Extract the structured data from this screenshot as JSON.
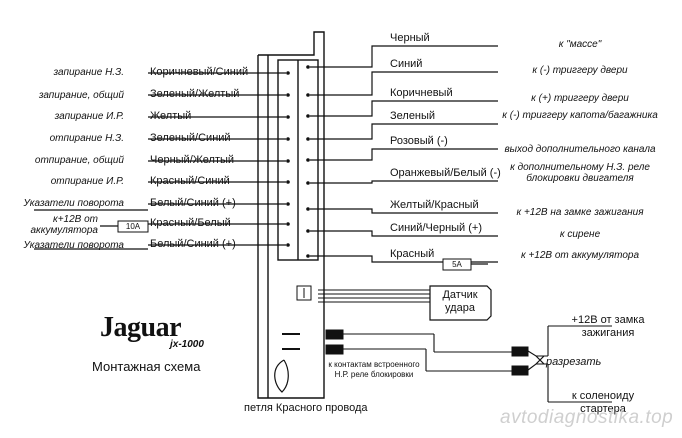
{
  "colors": {
    "ink": "#111111",
    "paper": "#ffffff",
    "watermark": "#cfcfcf"
  },
  "brand": {
    "logo": "Jaguar",
    "model": "jx-1000",
    "subtitle": "Монтажная схема"
  },
  "left_side": {
    "functions": [
      "запирание Н.З.",
      "запирание, общий",
      "запирание И.Р.",
      "отпирание Н.З.",
      "отпирание, общий",
      "отпирание И.Р.",
      "Указатели поворота",
      "к+12В от аккумулятора",
      "Указатели поворота"
    ],
    "wires": [
      "Коричневый/Синий",
      "Зеленый/Желтый",
      "Желтый",
      "Зеленый/Синий",
      "Черный/Желтый",
      "Красный/Синий",
      "Белый/Синий (+)",
      "Красный/Белый",
      "Белый/Синий (+)"
    ],
    "fuse": "10A"
  },
  "right_side": {
    "wires": [
      "Черный",
      "Синий",
      "Коричневый",
      "Зеленый",
      "Розовый (-)",
      "Оранжевый/Белый (-)",
      "Желтый/Красный",
      "Синий/Черный (+)",
      "Красный"
    ],
    "destinations": [
      "к \"массе\"",
      "к (-) триггеру двери",
      "к (+) триггеру двери",
      "к (-) триггеру капота/багажника",
      "выход дополнительного канала",
      "к дополнительному Н.З. реле блокировки двигателя",
      "к +12В на замке зажигания",
      "к сирене",
      "к +12В от аккумулятора"
    ],
    "fuse": "5A"
  },
  "sensor": {
    "label": "Датчик удара"
  },
  "relay": {
    "note": "к контактам встроенного Н.Р. реле блокировки"
  },
  "ignition_cut": {
    "from": "+12В от замка зажигания",
    "cut": "разрезать",
    "to": "к соленоиду стартера"
  },
  "loop_label": "петля Красного провода",
  "watermark": "avtodiagnostika.top"
}
